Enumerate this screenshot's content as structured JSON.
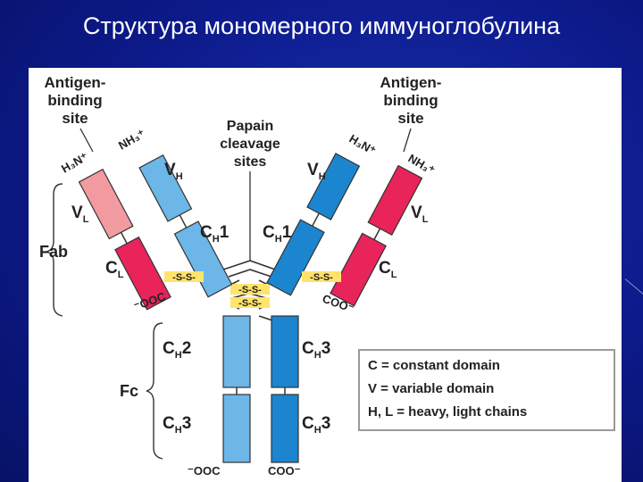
{
  "slide": {
    "title": "Структура мономерного иммуноглобулина"
  },
  "diagram": {
    "antigen_left": [
      "Antigen-",
      "binding",
      "site"
    ],
    "antigen_right": [
      "Antigen-",
      "binding",
      "site"
    ],
    "papain": [
      "Papain",
      "cleavage",
      "sites"
    ],
    "vh_left": "V",
    "vh_left_sub": "H",
    "vh_right": "V",
    "vh_right_sub": "H",
    "vl_left": "V",
    "vl_left_sub": "L",
    "vl_right": "V",
    "vl_right_sub": "L",
    "ch1_left": "C",
    "ch1_left_sub": "H",
    "ch1_left_num": "1",
    "ch1_right": "C",
    "ch1_right_sub": "H",
    "ch1_right_num": "1",
    "cl_left": "C",
    "cl_left_sub": "L",
    "cl_right": "C",
    "cl_right_sub": "L",
    "ch2": "C",
    "ch2_sub": "H",
    "ch2_num": "2",
    "ch3_top": "C",
    "ch3_top_sub": "H",
    "ch3_top_num": "3",
    "ch3_bl": "C",
    "ch3_bl_sub": "H",
    "ch3_bl_num": "3",
    "ch3_br": "C",
    "ch3_br_sub": "H",
    "ch3_br_num": "3",
    "fab": "Fab",
    "fc": "Fc",
    "disulfide": "-S-S-",
    "nh3_left_light": "H₃N⁺",
    "nh3_left_heavy": "NH₃⁺",
    "nh3_right_heavy": "H₃N⁺",
    "nh3_right_light": "NH₃⁺",
    "coo_left_light": "⁻OOC",
    "coo_right_light": "COO⁻",
    "coo_bottom_left": "⁻OOC",
    "coo_bottom_right": "COO⁻",
    "legend": [
      "C = constant domain",
      "V = variable domain",
      "H, L = heavy, light chains"
    ],
    "colors": {
      "heavy_light_blue": "#6cb6e8",
      "heavy_dark_blue": "#1b86cf",
      "light_pink": "#f19ba0",
      "light_red": "#e8245a",
      "disulfide_bg": "#ffe36b"
    }
  }
}
